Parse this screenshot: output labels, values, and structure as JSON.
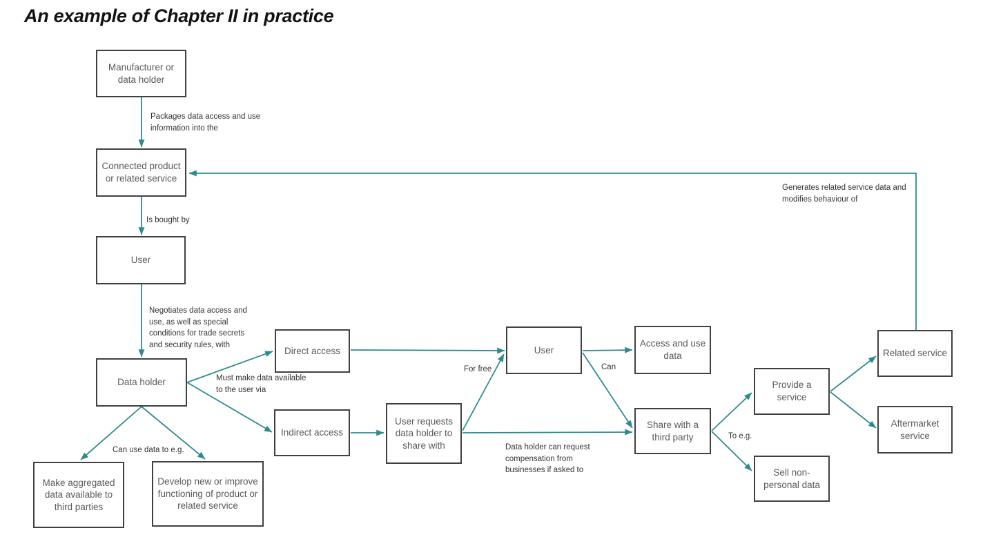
{
  "title": "An example of Chapter II in practice",
  "colors": {
    "arrow": "#2E8B8D",
    "box_border": "#404040",
    "box_text": "#595959",
    "label_text": "#333333",
    "title_text": "#121212",
    "background": "#FFFFFF"
  },
  "nodes": {
    "manufacturer": {
      "label": "Manufacturer or data holder"
    },
    "connected_product": {
      "label": "Connected product or related service"
    },
    "user_buyer": {
      "label": "User"
    },
    "data_holder": {
      "label": "Data holder"
    },
    "make_aggregated": {
      "label": "Make aggregated data available to third parties"
    },
    "develop_new": {
      "label": "Develop new or improve functioning of product or related service"
    },
    "direct_access": {
      "label": "Direct access"
    },
    "indirect_access": {
      "label": "Indirect access"
    },
    "user_requests": {
      "label": "User requests data holder to share with"
    },
    "user_recipient": {
      "label": "User"
    },
    "access_use_data": {
      "label": "Access and use data"
    },
    "share_third_party": {
      "label": "Share with a third party"
    },
    "provide_service": {
      "label": "Provide a service"
    },
    "sell_nonpersonal": {
      "label": "Sell non- personal data"
    },
    "related_service": {
      "label": "Related service"
    },
    "aftermarket_service": {
      "label": "Aftermarket service"
    }
  },
  "edge_labels": {
    "packages": "Packages data access and use information into the",
    "is_bought_by": "Is bought by",
    "negotiates": "Negotiates data access and use, as well as special conditions for trade secrets and security rules, with",
    "must_make_data": "Must make data available to the user via",
    "can_use_data": "Can use data to e.g.",
    "for_free": "For free",
    "can": "Can",
    "compensation": "Data holder can request compensation from businesses if asked to",
    "to_eg": "To e.g.",
    "generates": "Generates related service data and modifies behaviour of"
  }
}
